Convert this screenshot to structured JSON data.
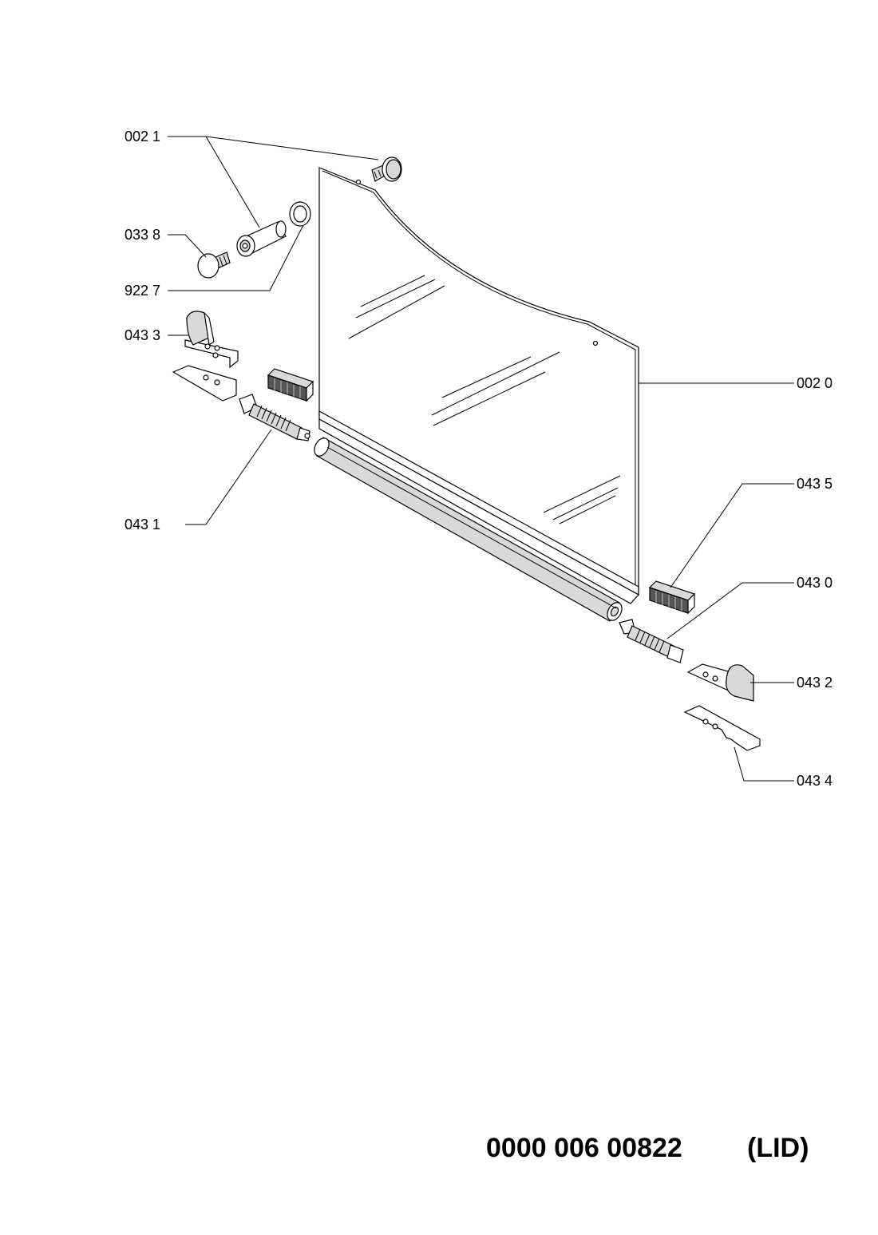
{
  "document": {
    "code": "0000 006 00822",
    "type": "(LID)"
  },
  "callouts": {
    "p0021": "002 1",
    "p0338": "033 8",
    "p9227": "922 7",
    "p0433": "043 3",
    "p0431": "043 1",
    "p0020": "002 0",
    "p0435": "043 5",
    "p0430": "043 0",
    "p0432": "043 2",
    "p0434": "043 4"
  }
}
